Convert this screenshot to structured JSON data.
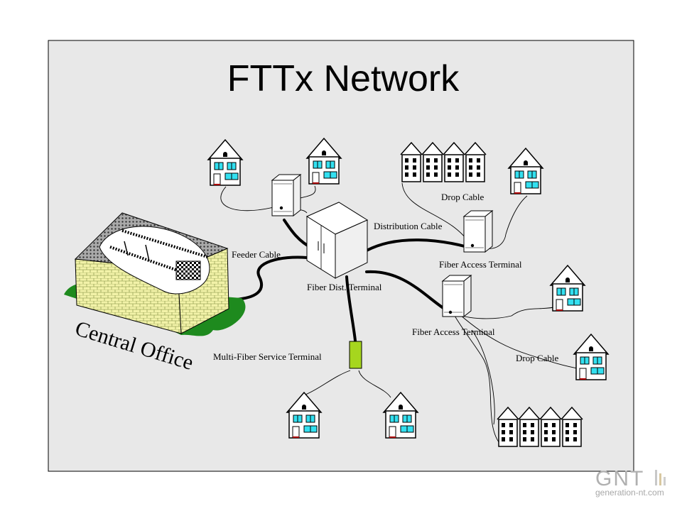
{
  "title": "FTTx Network",
  "labels": {
    "feeder_cable": "Feeder Cable",
    "distribution_cable": "Distribution Cable",
    "drop_cable_top": "Drop Cable",
    "fiber_access_terminal_1": "Fiber Access Terminal",
    "fiber_dist_terminal": "Fiber Dist. Terminal",
    "fiber_access_terminal_2": "Fiber Access Terminal",
    "drop_cable_right": "Drop Cable",
    "multi_fiber_service_terminal": "Multi-Fiber Service Terminal",
    "central_office": "Central Office"
  },
  "watermark": {
    "brand": "GNT",
    "site": "generation-nt.com"
  },
  "colors": {
    "panel_background": "#e8e8e8",
    "ground": "#1e8a1e",
    "building_wall": "#f2f2a8",
    "window": "#33e0f0",
    "chimney": "#d01010",
    "mfst": "#a6d61e"
  }
}
